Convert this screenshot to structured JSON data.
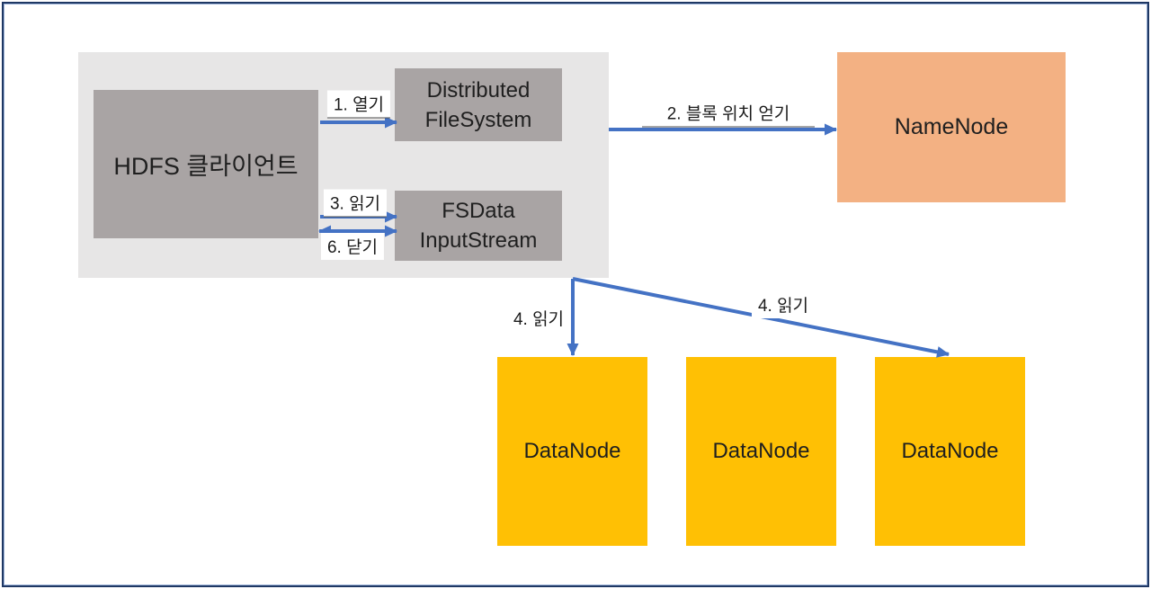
{
  "diagram": {
    "title_semantic": "HDFS read flow diagram",
    "client_group": {
      "client_label": "HDFS 클라이언트",
      "dfs_line1": "Distributed",
      "dfs_line2": "FileSystem",
      "fsdata_line1": "FSData",
      "fsdata_line2": "InputStream"
    },
    "namenode_label": "NameNode",
    "datanodes": [
      "DataNode",
      "DataNode",
      "DataNode"
    ],
    "arrow_labels": {
      "step1_open": "1. 열기",
      "step2_get_block_locations": "2. 블록 위치 얻기",
      "step3_read": "3. 읽기",
      "step6_close": "6. 닫기",
      "step4_read_first": "4. 읽기",
      "step4_read_second": "4. 읽기"
    },
    "colors": {
      "arrow_blue": "#4472c4",
      "gray_box_fill": "#a9a4a4",
      "client_group_fill": "#e7e6e6",
      "namenode_fill": "#f3b183",
      "datanode_fill": "#ffc004",
      "frame_border": "#1f3864",
      "text": "#1f1f1f"
    }
  }
}
